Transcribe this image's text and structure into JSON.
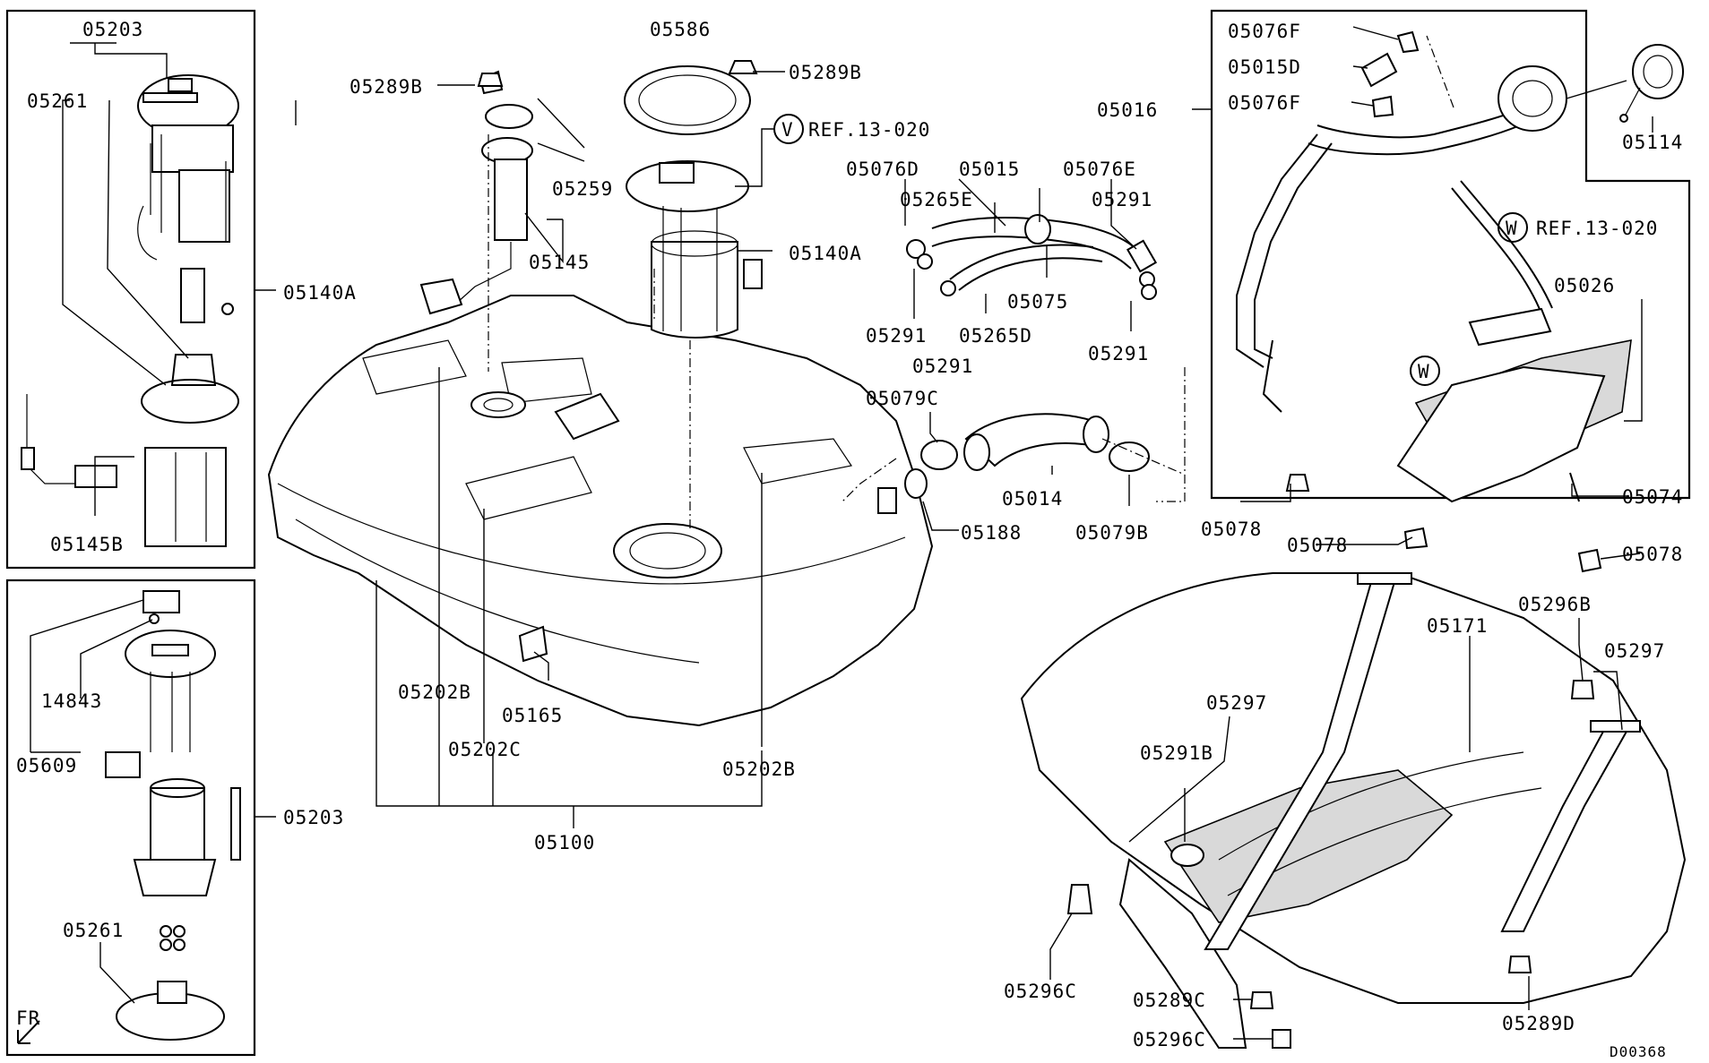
{
  "diagram": {
    "drawing_code": "D00368",
    "direction_marker": "FR",
    "ref_callouts": [
      {
        "letter": "V",
        "text": "REF.13-020"
      },
      {
        "letter": "W",
        "text": "REF.13-020"
      }
    ],
    "callout_w_letter": "W",
    "labels": {
      "l05203_top": "05203",
      "l05261_top": "05261",
      "l05140A_left": "05140A",
      "l05145B": "05145B",
      "l14843": "14843",
      "l05609": "05609",
      "l05203_left": "05203",
      "l05261_bot": "05261",
      "l05289B_1": "05289B",
      "l05586": "05586",
      "l05289B_2": "05289B",
      "l05259": "05259",
      "l05145": "05145",
      "l05140A_mid": "05140A",
      "l05076D": "05076D",
      "l05015": "05015",
      "l05076E": "05076E",
      "l05265E": "05265E",
      "l05291_a": "05291",
      "l05075": "05075",
      "l05291_b": "05291",
      "l05265D": "05265D",
      "l05291_c": "05291",
      "l05291_d": "05291",
      "l05079C": "05079C",
      "l05014": "05014",
      "l05188": "05188",
      "l05079B": "05079B",
      "l05202B_1": "05202B",
      "l05165": "05165",
      "l05202C": "05202C",
      "l05202B_2": "05202B",
      "l05100": "05100",
      "l05016": "05016",
      "l05076F_1": "05076F",
      "l05015D": "05015D",
      "l05076F_2": "05076F",
      "l05114": "05114",
      "l05026": "05026",
      "l05074": "05074",
      "l05078_1": "05078",
      "l05078_2": "05078",
      "l05078_3": "05078",
      "l05296B": "05296B",
      "l05171": "05171",
      "l05297_1": "05297",
      "l05297_2": "05297",
      "l05291B": "05291B",
      "l05296C_1": "05296C",
      "l05289C": "05289C",
      "l05296C_2": "05296C",
      "l05289D": "05289D"
    }
  }
}
